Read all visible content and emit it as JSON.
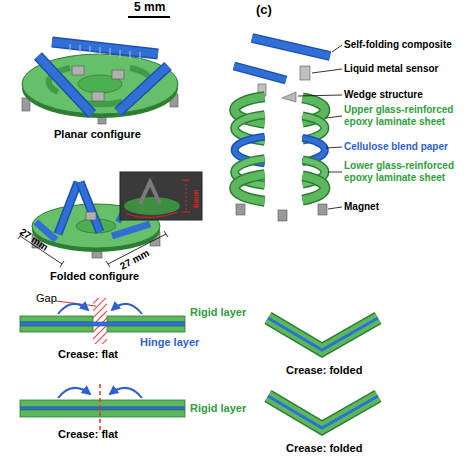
{
  "diagram": {
    "labels": [
      "5 mm",
      "(c)",
      "Planar configure",
      "27 mm",
      "27 mm",
      "6mm",
      "Folded configure",
      "Self-folding composite",
      "Liquid metal sensor",
      "Wedge structure",
      "Upper glass-reinforced epoxy laminate sheet",
      "Cellulose blend paper",
      "Lower glass-reinforced epoxy laminate sheet",
      "Magnet",
      "Gap",
      "Rigid layer",
      "Hinge layer",
      "Crease: flat",
      "Crease: folded",
      "Crease: flat",
      "Rigid layer",
      "Crease: folded"
    ]
  }
}
